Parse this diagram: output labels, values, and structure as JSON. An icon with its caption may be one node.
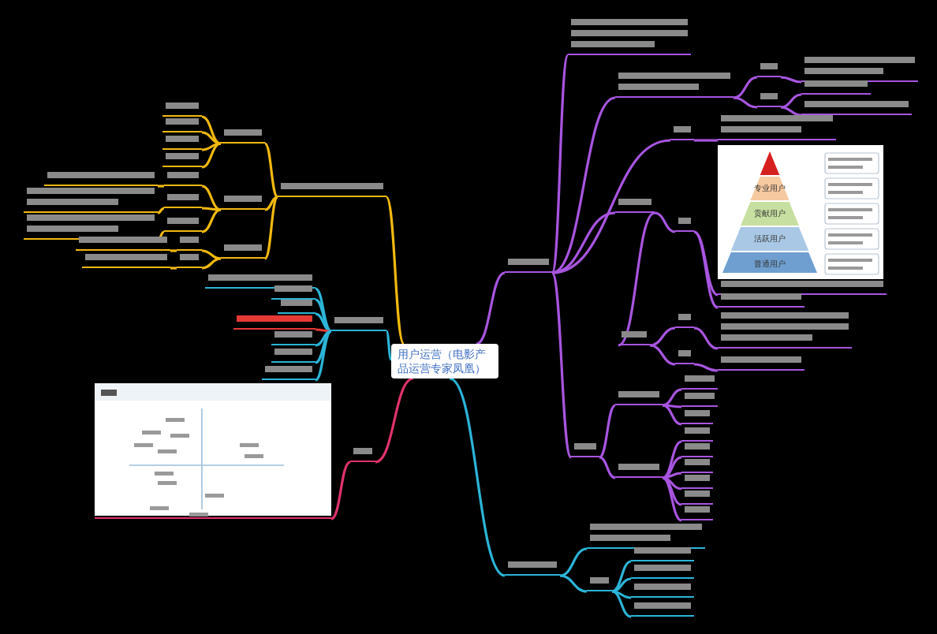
{
  "diagram": {
    "nodes": [
      {
        "text": [
          "用户运营（电影产品运营专家凤凰）"
        ]
      },
      {
        "text": [],
        "shape": "bar"
      },
      {
        "text": [],
        "shape": "bar"
      },
      {
        "text": [],
        "shape": "bar"
      },
      {
        "text": [],
        "shape": "bar"
      },
      {
        "text": [],
        "shape": "bar"
      },
      {
        "text": [],
        "shape": "bar"
      },
      {
        "text": [],
        "shape": "bar"
      },
      {
        "text": [],
        "shape": "bar"
      },
      {
        "text": [],
        "shape": "bar"
      },
      {
        "text": [],
        "shape": "bar"
      },
      {
        "text": [],
        "shape": "bar"
      },
      {
        "text": [],
        "shape": "bar"
      },
      {
        "text": [],
        "shape": "bar"
      },
      {
        "text": [],
        "shape": "bar"
      },
      {
        "text": [],
        "shape": "bar"
      },
      {
        "text": [],
        "shape": "bar"
      },
      {
        "text": [],
        "shape": "bar"
      },
      {
        "text": [],
        "shape": "bar"
      },
      {
        "text": [],
        "shape": "bar"
      },
      {
        "text": [],
        "shape": "bar"
      },
      {
        "text": [],
        "shape": "bar"
      },
      {
        "text": [],
        "shape": "bar"
      },
      {
        "text": [],
        "shape": "bar"
      },
      {
        "text": [],
        "shape": "bar"
      },
      {
        "text": [],
        "shape": "bar"
      },
      {
        "text": [],
        "shape": "bar"
      },
      {
        "text": [],
        "shape": "bar"
      },
      {
        "text": [],
        "shape": "picture"
      },
      {
        "text": [],
        "shape": "bar"
      },
      {
        "text": [],
        "shape": "bar"
      },
      {
        "text": [],
        "shape": "bar"
      },
      {
        "text": [],
        "shape": "bar"
      },
      {
        "text": [],
        "shape": "bar"
      },
      {
        "text": [],
        "shape": "bar"
      },
      {
        "text": [],
        "shape": "bar"
      },
      {
        "text": [],
        "shape": "bar"
      },
      {
        "text": [],
        "shape": "bar"
      },
      {
        "text": [],
        "shape": "bar"
      },
      {
        "text": [],
        "shape": "bar"
      },
      {
        "text": [],
        "shape": "bar"
      },
      {
        "text": [
          "专业用户",
          "贡献用户",
          "活跃用户",
          "普通用户"
        ]
      },
      {
        "text": [],
        "shape": "bar"
      },
      {
        "text": [],
        "shape": "bar"
      },
      {
        "text": [],
        "shape": "bar"
      },
      {
        "text": [],
        "shape": "bar"
      },
      {
        "text": [],
        "shape": "bar"
      },
      {
        "text": [],
        "shape": "bar"
      },
      {
        "text": [],
        "shape": "bar"
      },
      {
        "text": [],
        "shape": "bar"
      },
      {
        "text": [],
        "shape": "bar"
      },
      {
        "text": [],
        "shape": "bar"
      },
      {
        "text": [],
        "shape": "bar"
      },
      {
        "text": [],
        "shape": "bar"
      },
      {
        "text": [],
        "shape": "bar"
      },
      {
        "text": [],
        "shape": "bar"
      },
      {
        "text": [],
        "shape": "bar"
      },
      {
        "text": [],
        "shape": "bar"
      },
      {
        "text": [],
        "shape": "bar"
      },
      {
        "text": [],
        "shape": "bar"
      },
      {
        "text": [],
        "shape": "bar"
      },
      {
        "text": [],
        "shape": "bar"
      },
      {
        "text": [],
        "shape": "bar"
      },
      {
        "text": [],
        "shape": "bar"
      },
      {
        "text": [],
        "shape": "bar"
      },
      {
        "text": [],
        "shape": "bar"
      },
      {
        "text": [],
        "shape": "bar"
      },
      {
        "text": [],
        "shape": "bar"
      }
    ],
    "edges": [
      {
        "from": 0,
        "to": 1,
        "arrow": "none",
        "color": "#f2b90f"
      },
      {
        "from": 1,
        "to": 2,
        "arrow": "none",
        "color": "#f2b90f"
      },
      {
        "from": 2,
        "to": 3,
        "arrow": "none",
        "color": "#f2b90f"
      },
      {
        "from": 2,
        "to": 4,
        "arrow": "none",
        "color": "#f2b90f"
      },
      {
        "from": 2,
        "to": 5,
        "arrow": "none",
        "color": "#f2b90f"
      },
      {
        "from": 2,
        "to": 6,
        "arrow": "none",
        "color": "#f2b90f"
      },
      {
        "from": 1,
        "to": 7,
        "arrow": "none",
        "color": "#f2b90f"
      },
      {
        "from": 7,
        "to": 8,
        "arrow": "none",
        "color": "#f2b90f"
      },
      {
        "from": 8,
        "to": 9,
        "arrow": "none",
        "color": "#f2b90f"
      },
      {
        "from": 7,
        "to": 10,
        "arrow": "none",
        "color": "#f2b90f"
      },
      {
        "from": 10,
        "to": 11,
        "arrow": "none",
        "color": "#f2b90f"
      },
      {
        "from": 7,
        "to": 12,
        "arrow": "none",
        "color": "#f2b90f"
      },
      {
        "from": 12,
        "to": 13,
        "arrow": "none",
        "color": "#f2b90f"
      },
      {
        "from": 1,
        "to": 14,
        "arrow": "none",
        "color": "#f2b90f"
      },
      {
        "from": 14,
        "to": 15,
        "arrow": "none",
        "color": "#f2b90f"
      },
      {
        "from": 15,
        "to": 16,
        "arrow": "none",
        "color": "#f2b90f"
      },
      {
        "from": 14,
        "to": 17,
        "arrow": "none",
        "color": "#f2b90f"
      },
      {
        "from": 17,
        "to": 18,
        "arrow": "none",
        "color": "#f2b90f"
      },
      {
        "from": 0,
        "to": 19,
        "arrow": "none",
        "color": "#2bb5d8"
      },
      {
        "from": 19,
        "to": 20,
        "arrow": "none",
        "color": "#2bb5d8"
      },
      {
        "from": 19,
        "to": 21,
        "arrow": "none",
        "color": "#2bb5d8"
      },
      {
        "from": 19,
        "to": 22,
        "arrow": "none",
        "color": "#2bb5d8"
      },
      {
        "from": 19,
        "to": 23,
        "arrow": "none",
        "color": "#e53935"
      },
      {
        "from": 19,
        "to": 24,
        "arrow": "none",
        "color": "#2bb5d8"
      },
      {
        "from": 19,
        "to": 25,
        "arrow": "none",
        "color": "#2bb5d8"
      },
      {
        "from": 19,
        "to": 26,
        "arrow": "none",
        "color": "#2bb5d8"
      },
      {
        "from": 0,
        "to": 27,
        "arrow": "none",
        "color": "#e0336b"
      },
      {
        "from": 27,
        "to": 28,
        "arrow": "none",
        "color": "#e0336b"
      },
      {
        "from": 0,
        "to": 29,
        "arrow": "none",
        "color": "#a855e0"
      },
      {
        "from": 29,
        "to": 30,
        "arrow": "none",
        "color": "#a855e0"
      },
      {
        "from": 29,
        "to": 31,
        "arrow": "none",
        "color": "#a855e0"
      },
      {
        "from": 31,
        "to": 32,
        "arrow": "none",
        "color": "#a855e0"
      },
      {
        "from": 32,
        "to": 33,
        "arrow": "none",
        "color": "#a855e0"
      },
      {
        "from": 31,
        "to": 34,
        "arrow": "none",
        "color": "#a855e0"
      },
      {
        "from": 34,
        "to": 35,
        "arrow": "none",
        "color": "#a855e0"
      },
      {
        "from": 34,
        "to": 36,
        "arrow": "none",
        "color": "#a855e0"
      },
      {
        "from": 29,
        "to": 37,
        "arrow": "none",
        "color": "#a855e0"
      },
      {
        "from": 37,
        "to": 38,
        "arrow": "none",
        "color": "#a855e0"
      },
      {
        "from": 29,
        "to": 39,
        "arrow": "none",
        "color": "#a855e0"
      },
      {
        "from": 39,
        "to": 40,
        "arrow": "none",
        "color": "#a855e0"
      },
      {
        "from": 40,
        "to": 42,
        "arrow": "none",
        "color": "#a855e0"
      },
      {
        "from": 40,
        "to": 43,
        "arrow": "none",
        "color": "#a855e0"
      },
      {
        "from": 39,
        "to": 44,
        "arrow": "none",
        "color": "#a855e0"
      },
      {
        "from": 44,
        "to": 45,
        "arrow": "none",
        "color": "#a855e0"
      },
      {
        "from": 45,
        "to": 46,
        "arrow": "none",
        "color": "#a855e0"
      },
      {
        "from": 44,
        "to": 47,
        "arrow": "none",
        "color": "#a855e0"
      },
      {
        "from": 47,
        "to": 48,
        "arrow": "none",
        "color": "#a855e0"
      },
      {
        "from": 29,
        "to": 49,
        "arrow": "none",
        "color": "#a855e0"
      },
      {
        "from": 49,
        "to": 50,
        "arrow": "none",
        "color": "#a855e0"
      },
      {
        "from": 50,
        "to": 51,
        "arrow": "none",
        "color": "#a855e0"
      },
      {
        "from": 50,
        "to": 52,
        "arrow": "none",
        "color": "#a855e0"
      },
      {
        "from": 50,
        "to": 53,
        "arrow": "none",
        "color": "#a855e0"
      },
      {
        "from": 49,
        "to": 54,
        "arrow": "none",
        "color": "#a855e0"
      },
      {
        "from": 54,
        "to": 55,
        "arrow": "none",
        "color": "#a855e0"
      },
      {
        "from": 54,
        "to": 56,
        "arrow": "none",
        "color": "#a855e0"
      },
      {
        "from": 54,
        "to": 57,
        "arrow": "none",
        "color": "#a855e0"
      },
      {
        "from": 54,
        "to": 58,
        "arrow": "none",
        "color": "#a855e0"
      },
      {
        "from": 54,
        "to": 59,
        "arrow": "none",
        "color": "#a855e0"
      },
      {
        "from": 54,
        "to": 60,
        "arrow": "none",
        "color": "#a855e0"
      },
      {
        "from": 0,
        "to": 61,
        "arrow": "none",
        "color": "#2bb5d8"
      },
      {
        "from": 61,
        "to": 62,
        "arrow": "none",
        "color": "#2bb5d8"
      },
      {
        "from": 61,
        "to": 63,
        "arrow": "none",
        "color": "#2bb5d8"
      },
      {
        "from": 63,
        "to": 64,
        "arrow": "none",
        "color": "#2bb5d8"
      },
      {
        "from": 63,
        "to": 65,
        "arrow": "none",
        "color": "#2bb5d8"
      },
      {
        "from": 63,
        "to": 66,
        "arrow": "none",
        "color": "#2bb5d8"
      },
      {
        "from": 63,
        "to": 67,
        "arrow": "none",
        "color": "#2bb5d8"
      }
    ]
  }
}
